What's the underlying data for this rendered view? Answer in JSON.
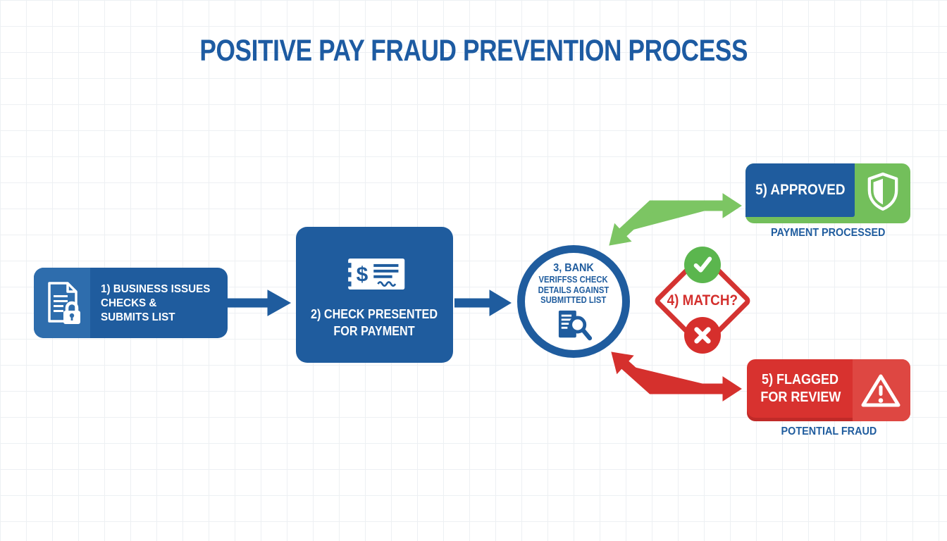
{
  "title": "POSITIVE PAY FRAUD PREVENTION PROCESS",
  "colors": {
    "primary_blue": "#1f5c9e",
    "light_blue": "#2e6dad",
    "title_blue": "#1d5ba2",
    "green_box": "#73bf5b",
    "green_arrow": "#7cc563",
    "green_check": "#5bb64e",
    "red_box": "#d8322f",
    "red_light": "#de4742",
    "red_arrow": "#d5302d",
    "caption_blue": "#1f5c9e",
    "grid_line": "#edf0f3",
    "background": "#ffffff"
  },
  "steps": {
    "step1": {
      "icon": "document-lock-icon",
      "lines": [
        "1) BUSINESS ISSUES",
        "CHECKS &",
        "SUBMITS LIST"
      ]
    },
    "step2": {
      "icon": "check-dollar-icon",
      "dollar": "$",
      "lines": [
        "2) CHECK PRESENTED",
        "FOR PAYMENT"
      ]
    },
    "step3": {
      "icon": "document-magnifier-icon",
      "lines": [
        "3, BANK",
        "VERIFFSS CHECK",
        "DETAILS AGAINST",
        "SUBMITTED LIST"
      ]
    },
    "step4": {
      "label": "4) MATCH?",
      "yes_icon": "checkmark-circle-icon",
      "no_icon": "x-circle-icon"
    },
    "approved": {
      "label": "5) APPROVED",
      "icon": "shield-icon",
      "caption": "PAYMENT PROCESSED"
    },
    "flagged": {
      "lines": [
        "5) FLAGGED",
        "FOR REVIEW"
      ],
      "icon": "warning-triangle-icon",
      "caption": "POTENTIAL FRAUD"
    }
  }
}
